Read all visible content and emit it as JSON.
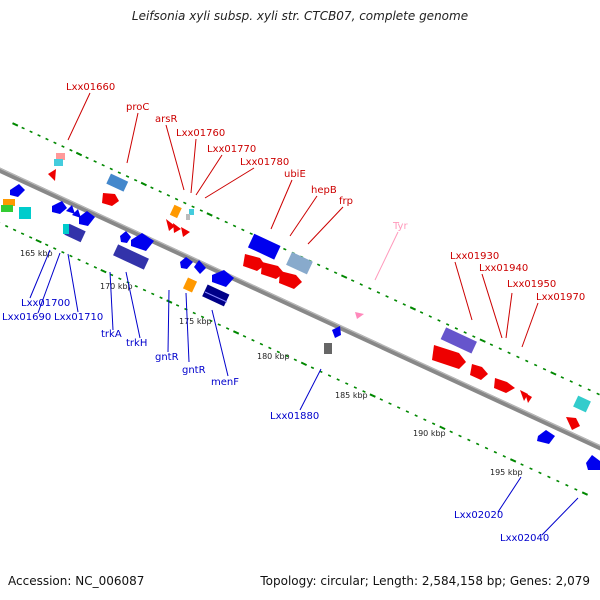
{
  "title": "Leifsonia xyli subsp. xyli str. CTCB07, complete genome",
  "footer": {
    "accession": "Accession: NC_006087",
    "stats": "Topology: circular; Length: 2,584,158 bp; Genes: 2,079"
  },
  "colors": {
    "forward_label": "#cc0000",
    "reverse_label": "#0000cc",
    "trna_label": "#ff99bb",
    "backbone": "#888888",
    "tick": "#008800"
  },
  "scale_labels": [
    "165 kbp",
    "170 kbp",
    "175 kbp",
    "180 kbp",
    "185 kbp",
    "190 kbp",
    "195 kbp"
  ],
  "forward_labels": [
    "Lxx01660",
    "proC",
    "arsR",
    "Lxx01760",
    "Lxx01770",
    "Lxx01780",
    "ubiE",
    "hepB",
    "frp",
    "Lxx01930",
    "Lxx01940",
    "Lxx01950",
    "Lxx01970"
  ],
  "trna_labels": [
    "Tyr"
  ],
  "reverse_labels": [
    "Lxx01700",
    "Lxx01690",
    "Lxx01710",
    "trkA",
    "trkH",
    "gntR",
    "gntR",
    "menF",
    "Lxx01880",
    "Lxx02020",
    "Lxx02040"
  ]
}
